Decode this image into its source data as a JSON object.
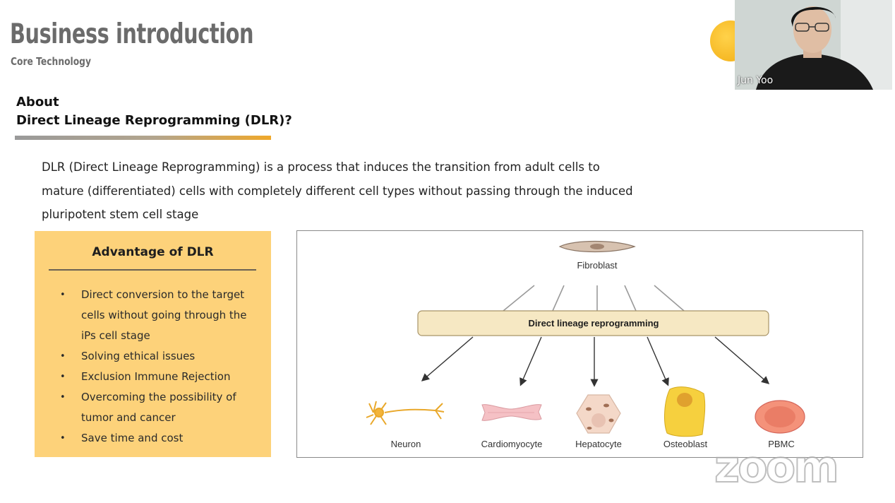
{
  "header": {
    "title": "Business introduction",
    "subtitle": "Core Technology"
  },
  "heading": {
    "line1": "About",
    "line2": "Direct Lineage Reprogramming (DLR)?"
  },
  "intro": {
    "line1": "DLR (Direct Lineage Reprogramming) is a process that induces the transition from adult cells to",
    "line2": "mature (differentiated) cells with completely different cell types without passing through the induced",
    "line3": "pluripotent stem cell stage"
  },
  "advantages": {
    "title": "Advantage of DLR",
    "items": [
      {
        "line1": "Direct conversion to the target",
        "line2": "cells without going through the",
        "line3": "iPs cell stage"
      },
      {
        "line1": "Solving ethical issues"
      },
      {
        "line1": "Exclusion Immune Rejection"
      },
      {
        "line1": "Overcoming the possibility of",
        "line2": "tumor and cancer"
      },
      {
        "line1": "Save time and cost"
      }
    ]
  },
  "diagram": {
    "source_label": "Fibroblast",
    "process_label": "Direct lineage reprogramming",
    "targets": [
      "Neuron",
      "Cardiomyocyte",
      "Hepatocyte",
      "Osteoblast",
      "PBMC"
    ]
  },
  "video": {
    "participant_name": "Jun Yoo"
  },
  "watermark": {
    "text": "zoom"
  },
  "colors": {
    "panel": "#fdd27a",
    "accent": "#f0a82a",
    "process_box": "#f6e8c3"
  }
}
